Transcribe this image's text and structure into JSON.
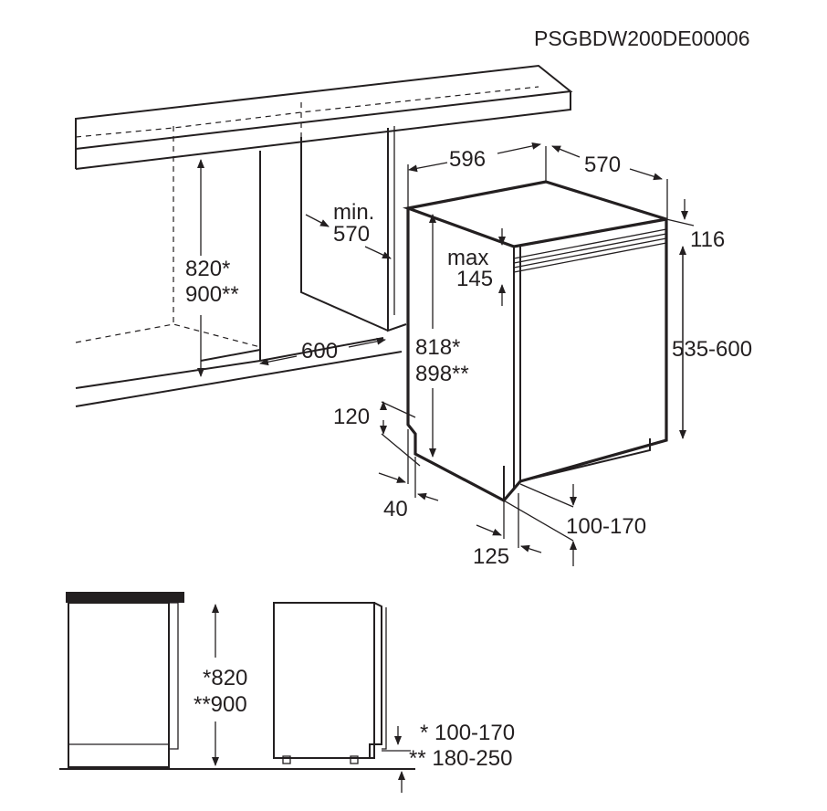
{
  "code": "PSGBDW200DE00006",
  "dimensions": {
    "width": "596",
    "depth": "570",
    "top_offset": "116",
    "max_label": "max",
    "max_value": "145",
    "height_a": "818*",
    "height_b": "898**",
    "door_height": "535-600",
    "plinth_height": "120",
    "plinth_depth": "40",
    "kick_range": "100-170",
    "kick_depth": "125",
    "niche_min_label": "min.",
    "niche_min_value": "570",
    "niche_height_a": "820*",
    "niche_height_b": "900**",
    "niche_width": "600"
  },
  "side_view": {
    "height_a": "*820",
    "height_b": "**900",
    "range_a": "* 100-170",
    "range_b": "** 180-250"
  }
}
